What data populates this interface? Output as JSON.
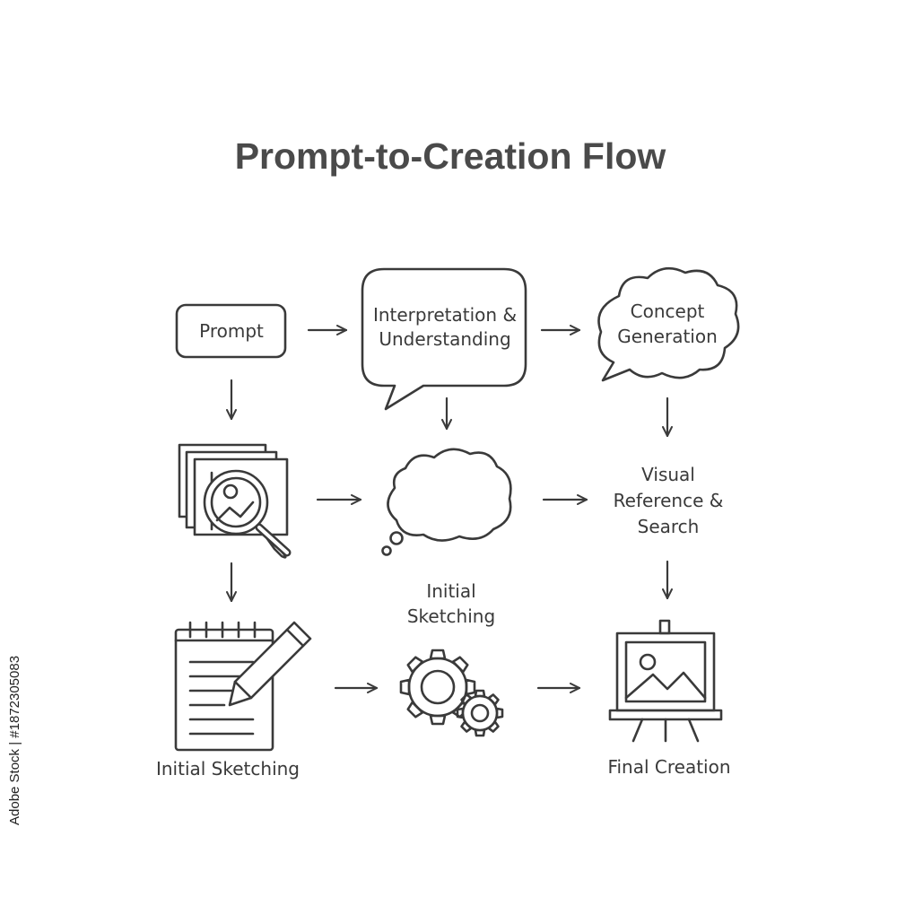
{
  "title": "Prompt-to-Creation Flow",
  "nodes": {
    "prompt": "Prompt",
    "interpretation": [
      "Interpretation &",
      "Understanding"
    ],
    "concept": [
      "Concept",
      "Generation"
    ],
    "visual_reference": [
      "Visual",
      "Reference &",
      "Search"
    ],
    "initial_sketching_center": [
      "Initial",
      "Sketching"
    ],
    "initial_sketching": "Initial Sketching",
    "final_creation": "Final Creation"
  },
  "icons": [
    "image-search-icon",
    "thought-cloud-icon",
    "notepad-pencil-icon",
    "gears-icon",
    "easel-picture-icon"
  ],
  "stock_id": "Adobe Stock | #1872305083",
  "colors": {
    "line": "#3a3a3a",
    "title": "#4a4a4a",
    "background": "#ffffff"
  }
}
